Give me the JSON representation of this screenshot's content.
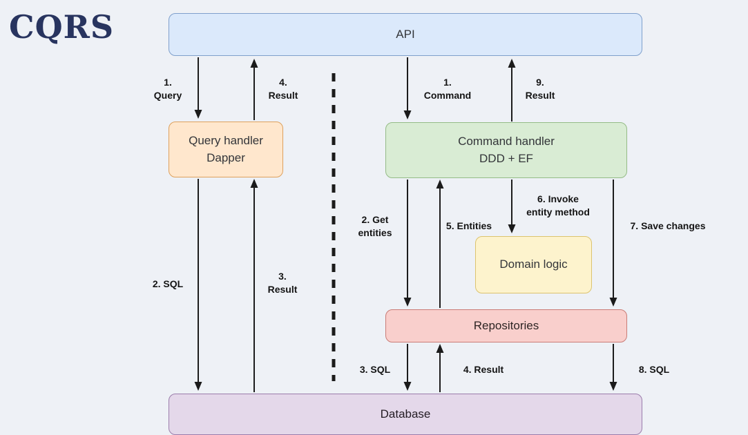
{
  "title": "CQRS",
  "nodes": {
    "api": {
      "label": "API"
    },
    "query_handler": {
      "label": "Query handler\nDapper"
    },
    "command_handler": {
      "label": "Command handler\nDDD + EF"
    },
    "domain_logic": {
      "label": "Domain logic"
    },
    "repositories": {
      "label": "Repositories"
    },
    "database": {
      "label": "Database"
    }
  },
  "edge_labels": {
    "query_1": "1.\nQuery",
    "result_4": "4.\nResult",
    "sql_2": "2. SQL",
    "result_3": "3.\nResult",
    "command_1": "1.\nCommand",
    "result_9": "9.\nResult",
    "get_entities_2": "2. Get\nentities",
    "entities_5": "5. Entities",
    "invoke_entity_method_6": "6. Invoke\nentity method",
    "save_changes_7": "7. Save changes",
    "sql_3": "3. SQL",
    "result_4_repo": "4. Result",
    "sql_8": "8. SQL"
  },
  "colors": {
    "background": "#eef1f6",
    "title": "#28345f",
    "arrow": "#1b1b1b",
    "api_fill": "#dbe9fb",
    "api_stroke": "#7e9fcb",
    "query_handler_fill": "#ffe7cd",
    "query_handler_stroke": "#dda05c",
    "command_handler_fill": "#d9ecd4",
    "command_handler_stroke": "#94bb86",
    "domain_logic_fill": "#fdf3cd",
    "domain_logic_stroke": "#dcc36d",
    "repositories_fill": "#f9cfcc",
    "repositories_stroke": "#c97b75",
    "database_fill": "#e4d8ea",
    "database_stroke": "#9a7cab"
  }
}
